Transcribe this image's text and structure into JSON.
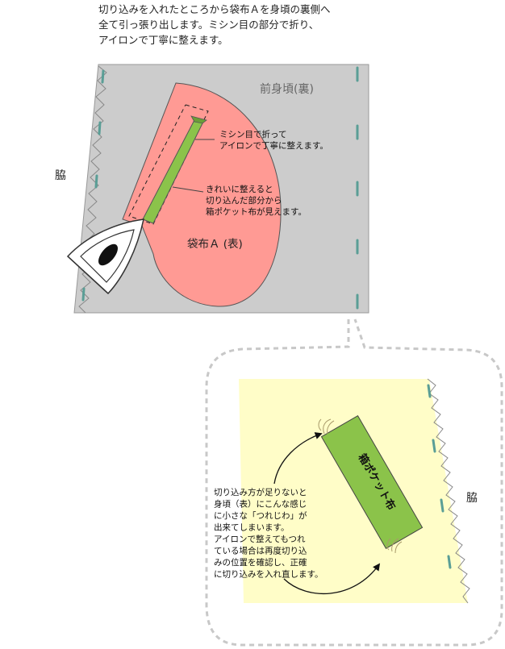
{
  "intro": "切り込みを入れたところから袋布Ａを身頃の裏側へ\n全て引っ張り出します。ミシン目の部分で折り、\nアイロンで丁寧に整えます。",
  "labels": {
    "mae_migoro": "前身頃(裏)",
    "waki_top": "脇",
    "fold_note": "ミシン目で折って\nアイロンで丁寧に整えます。",
    "visible_note": "きれいに整えると\n切り込んだ部分から\n箱ポケット布が見えます。",
    "fukuro_a": "袋布Ａ (表)",
    "pocket_cloth": "箱ポケット布",
    "waki_zoom": "脇",
    "tsure_note": "切り込み方が足りないと\n身頃（表）にこんな感じ\nに小さな「つれじわ」が\n出来てしまいます。\nアイロンで整えてもつれ\nている場合は再度切り込\nみの位置を確認し、正確\nに切り込みを入れ直します。"
  },
  "colors": {
    "fabric_gray": "#cccccc",
    "pocket_bag_pink": "#ff9a94",
    "box_pocket_green": "#8bc34a",
    "stitch_teal": "#5a9e96",
    "zoom_yellow": "#fffdc8",
    "dash_gray": "#c8c8c8"
  },
  "icons": [
    "iron-icon",
    "arrow-up-icon",
    "arrow-down-icon",
    "pinked-edge"
  ]
}
